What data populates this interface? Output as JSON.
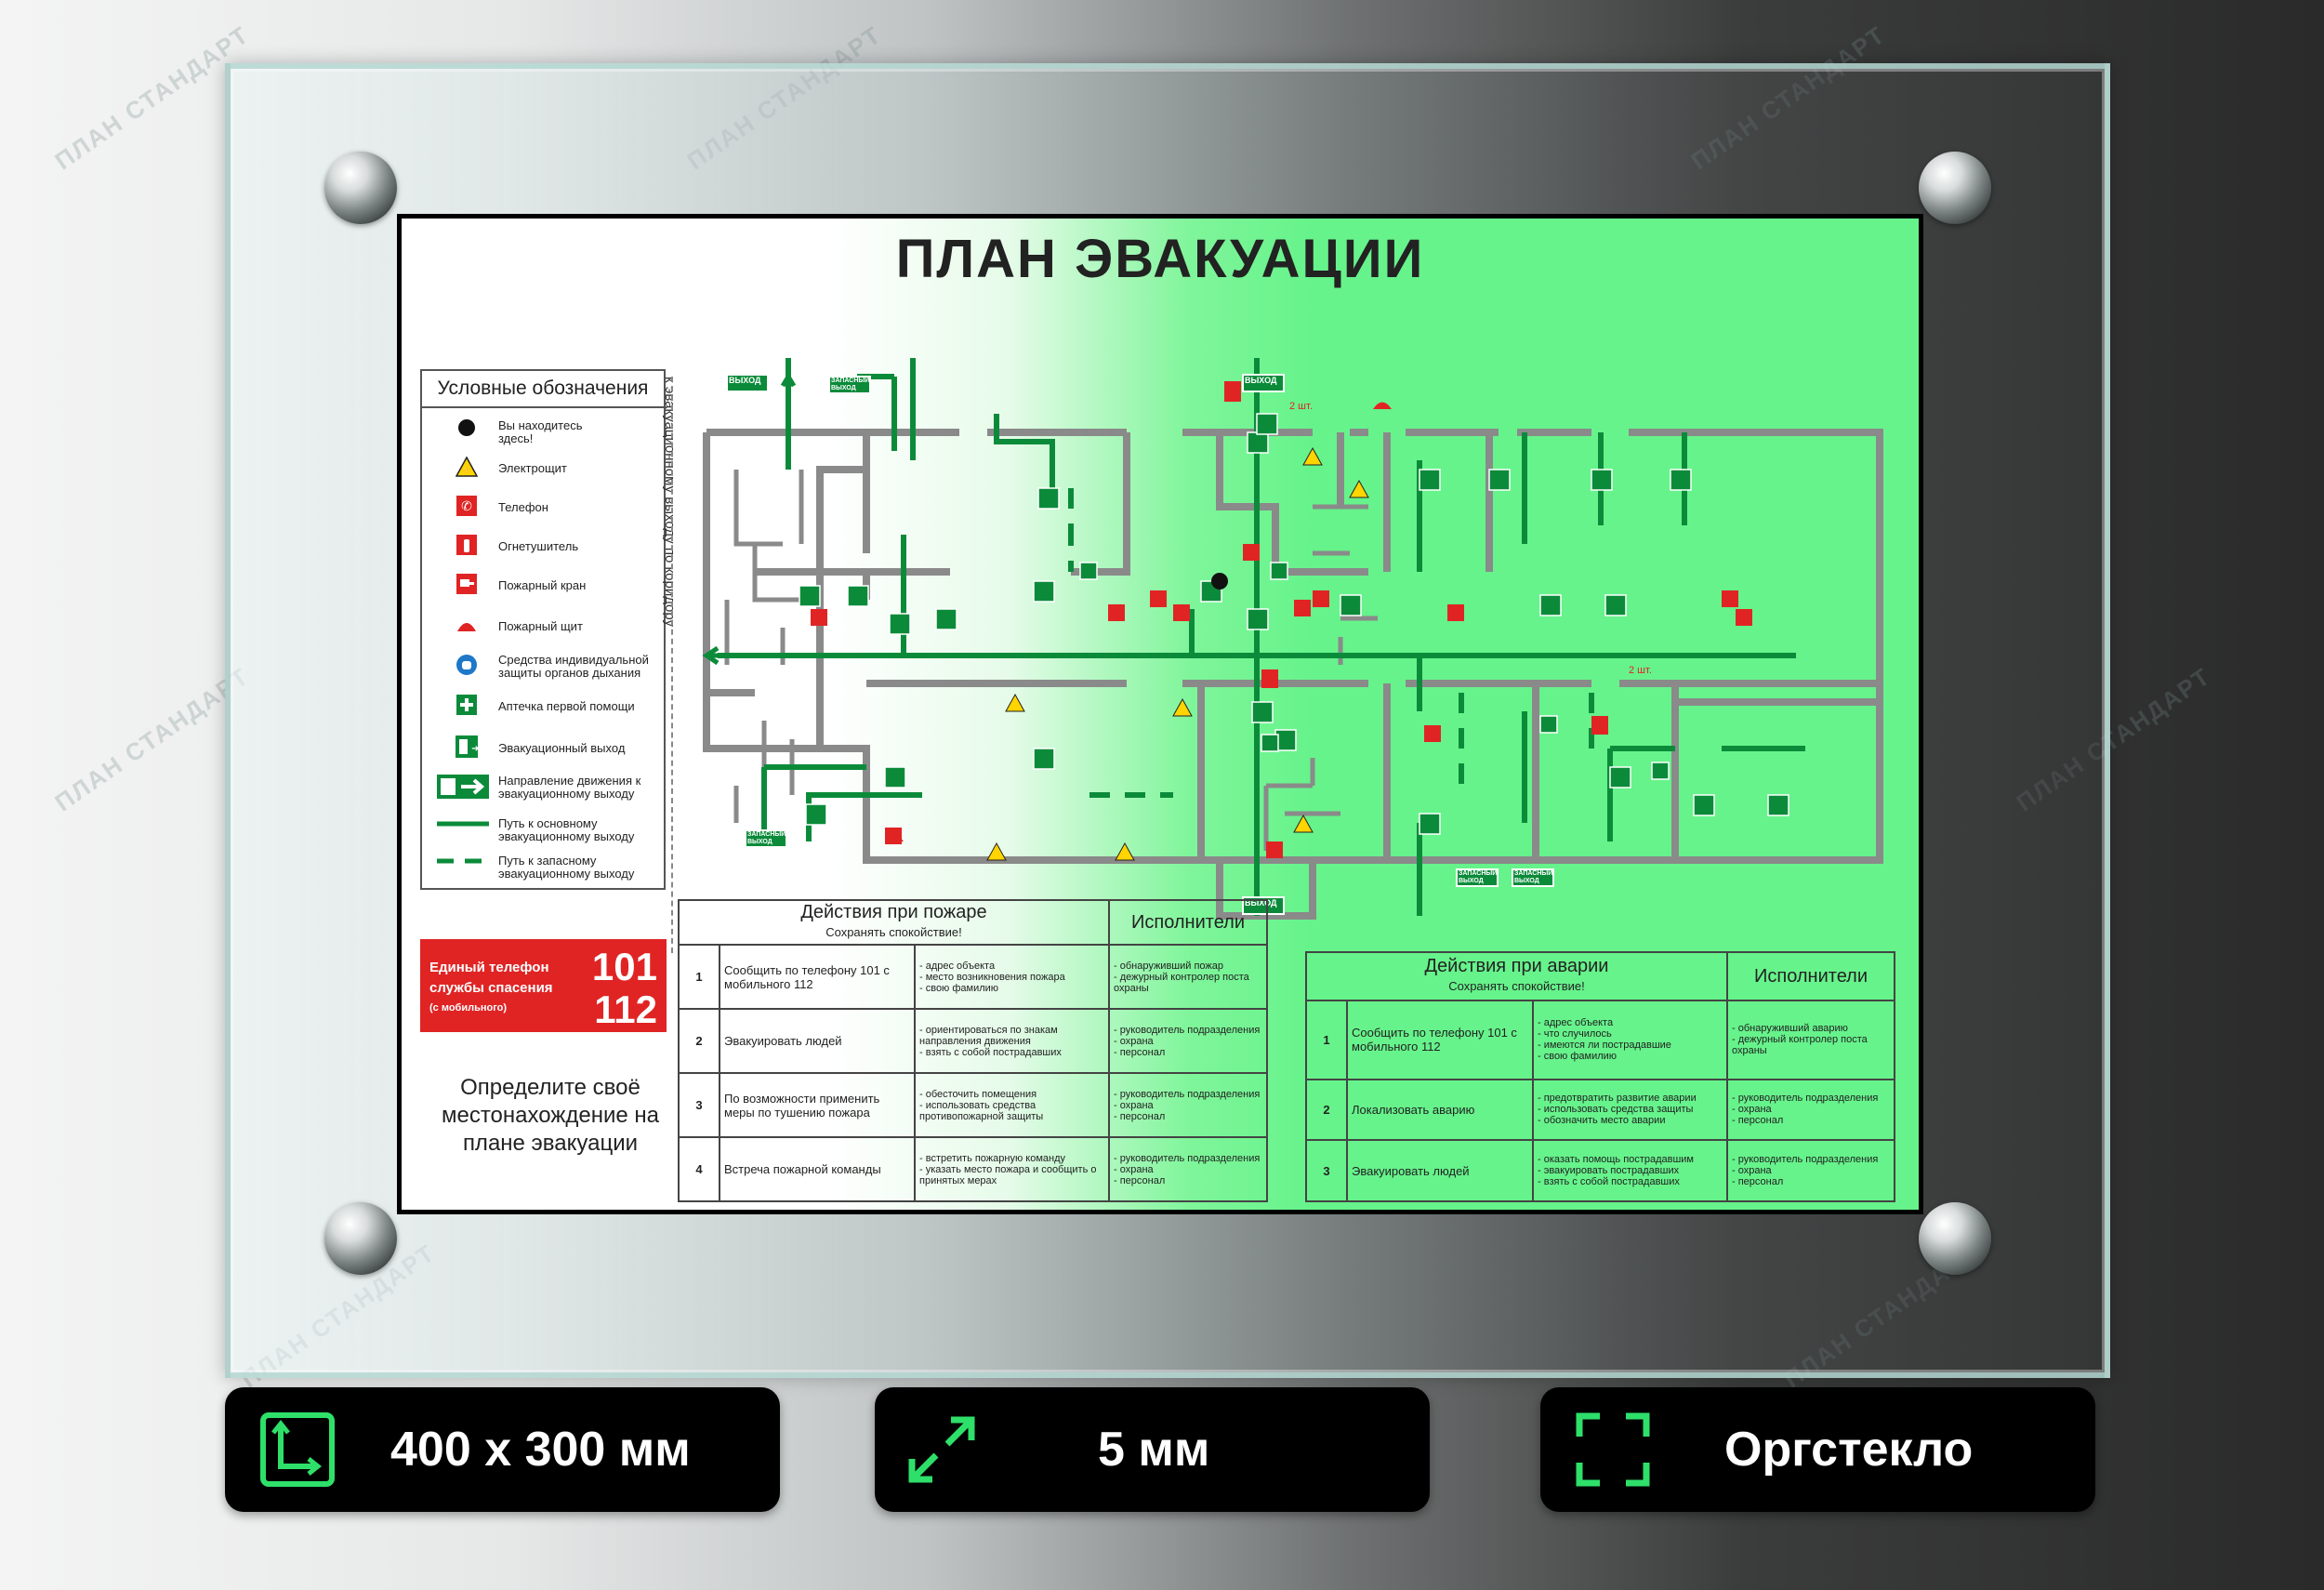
{
  "plan_title": "ПЛАН ЭВАКУАЦИИ",
  "legend": {
    "title": "Условные обозначения",
    "items": [
      {
        "icon": "you-are-here-dot",
        "label": "Вы находитесь здесь!"
      },
      {
        "icon": "electric-warning-icon",
        "label": "Электрощит"
      },
      {
        "icon": "phone-icon",
        "label": "Телефон"
      },
      {
        "icon": "extinguisher-icon",
        "label": "Огнетушитель"
      },
      {
        "icon": "fire-hydrant-icon",
        "label": "Пожарный кран"
      },
      {
        "icon": "fire-panel-icon",
        "label": "Пожарный щит"
      },
      {
        "icon": "respirator-icon",
        "label": "Средства индивидуальной защиты органов дыхания"
      },
      {
        "icon": "first-aid-icon",
        "label": "Аптечка первой помощи"
      },
      {
        "icon": "exit-icon",
        "label": "Эвакуационный выход"
      },
      {
        "icon": "exit-direction-icon",
        "label": "Направление движения к эвакуационному выходу"
      },
      {
        "icon": "solid-line",
        "label": "Путь к основному эвакуационному выходу"
      },
      {
        "icon": "dashed-line",
        "label": "Путь к запасному эвакуационному выходу"
      }
    ]
  },
  "side_note": "к эвакуационному выходу по коридору",
  "map_labels": {
    "exit": "ВЫХОД",
    "spare_exit": "ЗАПАСНЫЙ ВЫХОД",
    "count": "2 шт."
  },
  "emergency": {
    "line1": "Единый телефон",
    "line2": "службы спасения",
    "line3": "(с мобильного)",
    "n1": "101",
    "n2": "112"
  },
  "locate_text": "Определите своё местонахождение на плане эвакуации",
  "fire_table": {
    "title": "Действия при пожаре",
    "subtitle": "Сохранять спокойствие!",
    "performers": "Исполнители",
    "rows": [
      {
        "n": "1",
        "action": "Сообщить по телефону 101 с мобильного 112",
        "details": "- адрес объекта\n- место возникновения пожара\n- свою фамилию",
        "who": "- обнаруживший пожар\n- дежурный контролер поста охраны"
      },
      {
        "n": "2",
        "action": "Эвакуировать людей",
        "details": "- ориентироваться по знакам направления движения\n- взять с собой пострадавших",
        "who": "- руководитель подразделения\n- охрана\n- персонал"
      },
      {
        "n": "3",
        "action": "По возможности применить меры по тушению пожара",
        "details": "- обесточить помещения\n- использовать средства противопожарной защиты",
        "who": "- руководитель подразделения\n- охрана\n- персонал"
      },
      {
        "n": "4",
        "action": "Встреча пожарной команды",
        "details": "- встретить пожарную команду\n- указать место пожара и сообщить о принятых мерах",
        "who": "- руководитель подразделения\n- охрана\n- персонал"
      }
    ]
  },
  "accident_table": {
    "title": "Действия при аварии",
    "subtitle": "Сохранять спокойствие!",
    "performers": "Исполнители",
    "rows": [
      {
        "n": "1",
        "action": "Сообщить по телефону 101 с мобильного 112",
        "details": "- адрес объекта\n- что случилось\n- имеются ли пострадавшие\n- свою фамилию",
        "who": "- обнаруживший аварию\n- дежурный контролер поста охраны"
      },
      {
        "n": "2",
        "action": "Локализовать аварию",
        "details": "- предотвратить развитие аварии\n- использовать средства защиты\n- обозначить место аварии",
        "who": "- руководитель подразделения\n- охрана\n- персонал"
      },
      {
        "n": "3",
        "action": "Эвакуировать людей",
        "details": "- оказать помощь пострадавшим\n- эвакуировать пострадавших\n- взять с собой пострадавших",
        "who": "- руководитель подразделения\n- охрана\n- персонал"
      }
    ]
  },
  "specs": [
    {
      "icon": "corner-size-icon",
      "label": "400 х 300 мм"
    },
    {
      "icon": "diagonal-arrows-icon",
      "label": "5 мм"
    },
    {
      "icon": "frame-corners-icon",
      "label": "Оргстекло"
    }
  ],
  "watermark": "ПЛАН СТАНДАРТ",
  "colors": {
    "accent_green": "#2ee06a",
    "plan_green": "#66f38b",
    "route_green": "#0b8b3a",
    "alert_red": "#e02424"
  }
}
